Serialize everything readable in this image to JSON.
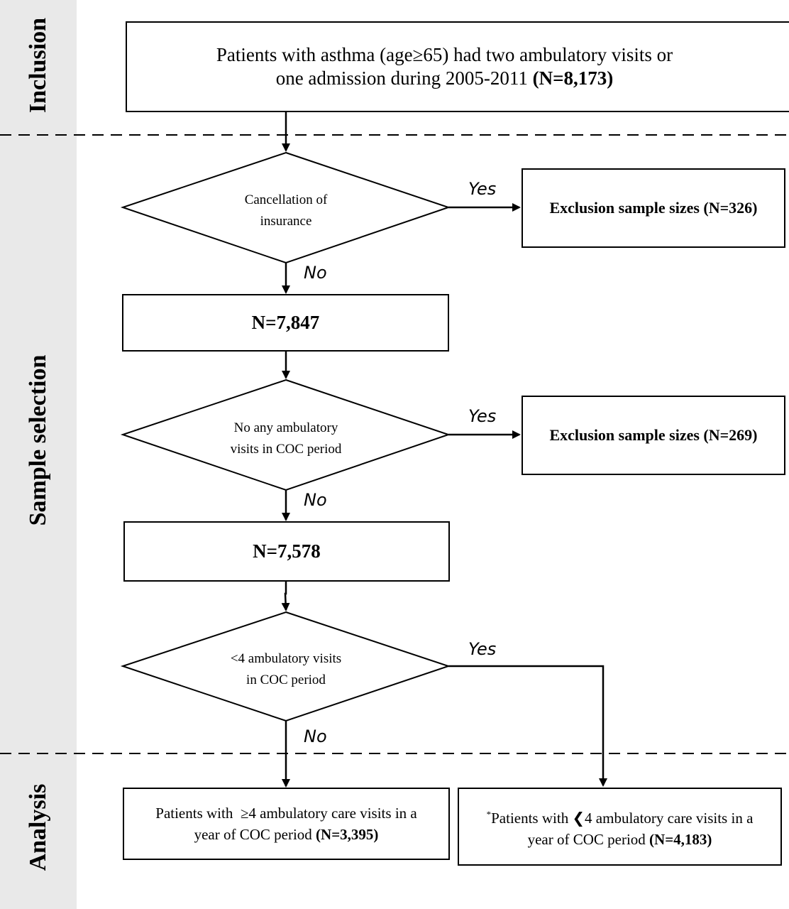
{
  "sections": {
    "inclusion": "Inclusion",
    "sample_selection": "Sample selection",
    "analysis": "Analysis"
  },
  "inclusion_box": {
    "line1": "Patients with asthma (age≥65) had two ambulatory visits or",
    "line2": "one admission during 2005-2011",
    "count": "(N=8,173)"
  },
  "decisions": [
    {
      "line1": "Cancellation of",
      "line2": "insurance"
    },
    {
      "line1": "No any ambulatory",
      "line2": "visits in COC period"
    },
    {
      "line1": "<4 ambulatory visits",
      "line2": "in COC period"
    }
  ],
  "branch_labels": {
    "yes": "Yes",
    "no": "No"
  },
  "exclusion_boxes": [
    "Exclusion sample sizes (N=326)",
    "Exclusion sample sizes (N=269)"
  ],
  "count_boxes": [
    "N=7,847",
    "N=7,578"
  ],
  "outcome_left": {
    "line1": "Patients with  ≥4 ambulatory care visits in a",
    "line2": "year of COC period",
    "count": "(N=3,395)"
  },
  "outcome_right": {
    "marker": "*",
    "line1": "Patients with ❮4 ambulatory care visits in a",
    "line2": "year of COC period",
    "count": "(N=4,183)"
  }
}
